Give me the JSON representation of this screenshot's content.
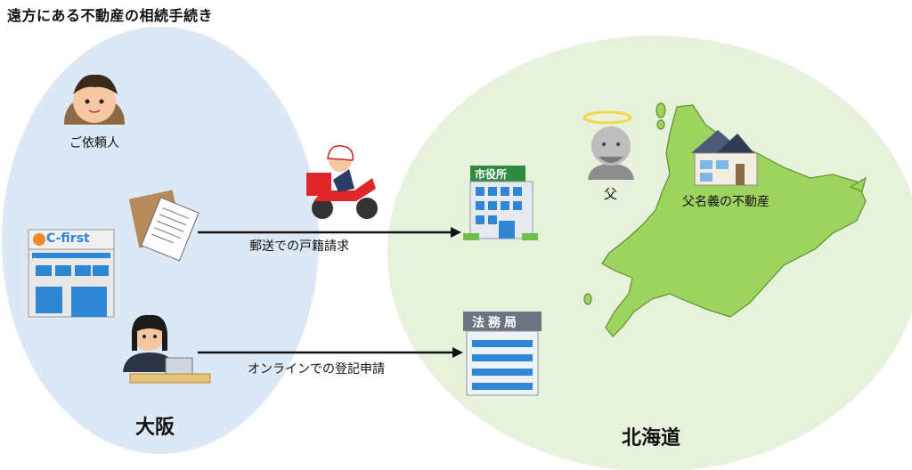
{
  "title": "遠方にある不動産の相続手続き",
  "osaka": {
    "region_label": "大阪",
    "client_label": "ご依頼人",
    "office_sign": "C-first"
  },
  "hokkaido": {
    "region_label": "北海道",
    "city_hall_sign": "市役所",
    "legal_bureau_sign": "法務局",
    "father_label": "父",
    "property_label": "父名義の不動産"
  },
  "arrows": {
    "mail_label": "郵送での戸籍請求",
    "online_label": "オンラインでの登記申請"
  },
  "colors": {
    "osaka_bg": "#dce8f5",
    "hokkaido_bg": "#e6f2dc",
    "map_green": "#9dd35f",
    "building_blue": "#2f86d4"
  }
}
